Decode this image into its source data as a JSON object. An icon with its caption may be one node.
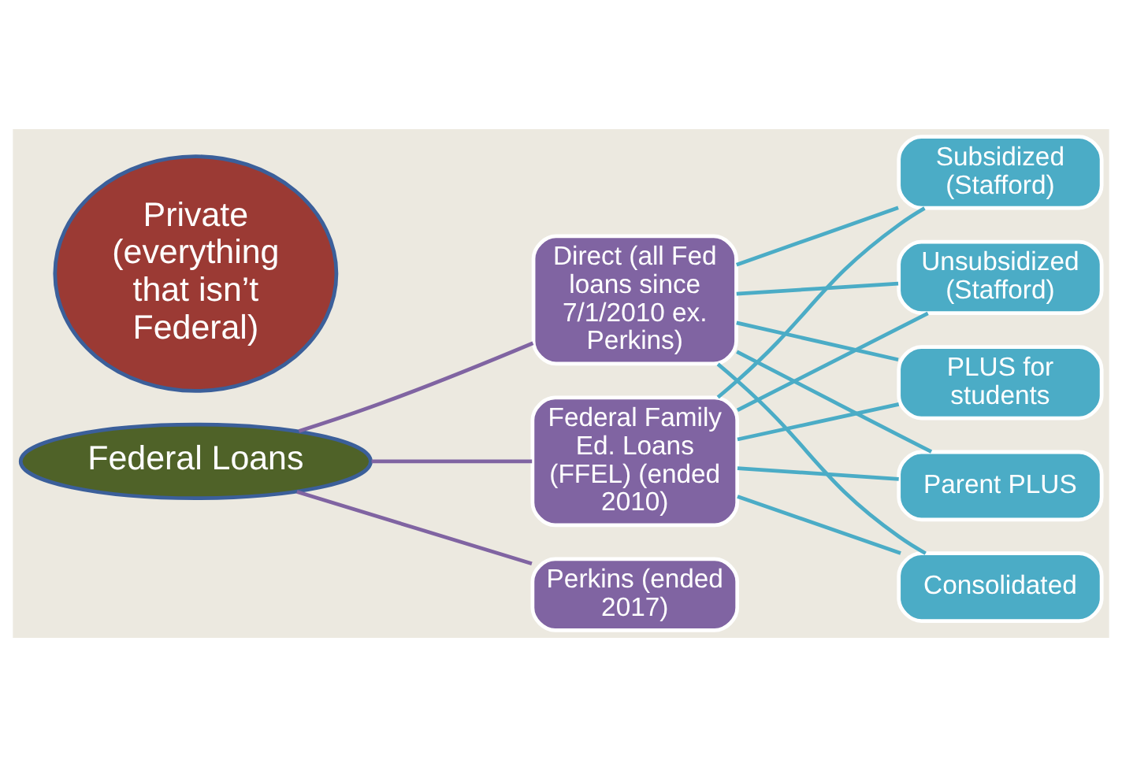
{
  "diagram": {
    "nodes": [
      {
        "text": [
          "Private (everything that isn’t Federal)"
        ]
      },
      {
        "text": [
          "Federal Loans"
        ]
      },
      {
        "text": [
          "Direct (all Fed loans since 7/1/2010 ex. Perkins)"
        ]
      },
      {
        "text": [
          "Federal Family Ed. Loans (FFEL) (ended 2010)"
        ]
      },
      {
        "text": [
          "Perkins (ended 2017)"
        ]
      },
      {
        "text": [
          "Subsidized (Stafford)"
        ]
      },
      {
        "text": [
          "Unsubsidized (Stafford)"
        ]
      },
      {
        "text": [
          "PLUS for students"
        ]
      },
      {
        "text": [
          "Parent PLUS"
        ]
      },
      {
        "text": [
          "Consolidated"
        ]
      }
    ],
    "edges": [
      {
        "from": 1,
        "to": 2,
        "arrow": "none",
        "color": "#8064a2"
      },
      {
        "from": 1,
        "to": 3,
        "arrow": "none",
        "color": "#8064a2"
      },
      {
        "from": 1,
        "to": 4,
        "arrow": "none",
        "color": "#8064a2"
      },
      {
        "from": 2,
        "to": 5,
        "arrow": "none"
      },
      {
        "from": 2,
        "to": 6,
        "arrow": "none"
      },
      {
        "from": 2,
        "to": 7,
        "arrow": "none"
      },
      {
        "from": 2,
        "to": 8,
        "arrow": "none"
      },
      {
        "from": 2,
        "to": 9,
        "arrow": "none"
      },
      {
        "from": 3,
        "to": 5,
        "arrow": "none"
      },
      {
        "from": 3,
        "to": 6,
        "arrow": "none"
      },
      {
        "from": 3,
        "to": 7,
        "arrow": "none"
      },
      {
        "from": 3,
        "to": 8,
        "arrow": "none"
      },
      {
        "from": 3,
        "to": 9,
        "arrow": "none"
      }
    ]
  }
}
